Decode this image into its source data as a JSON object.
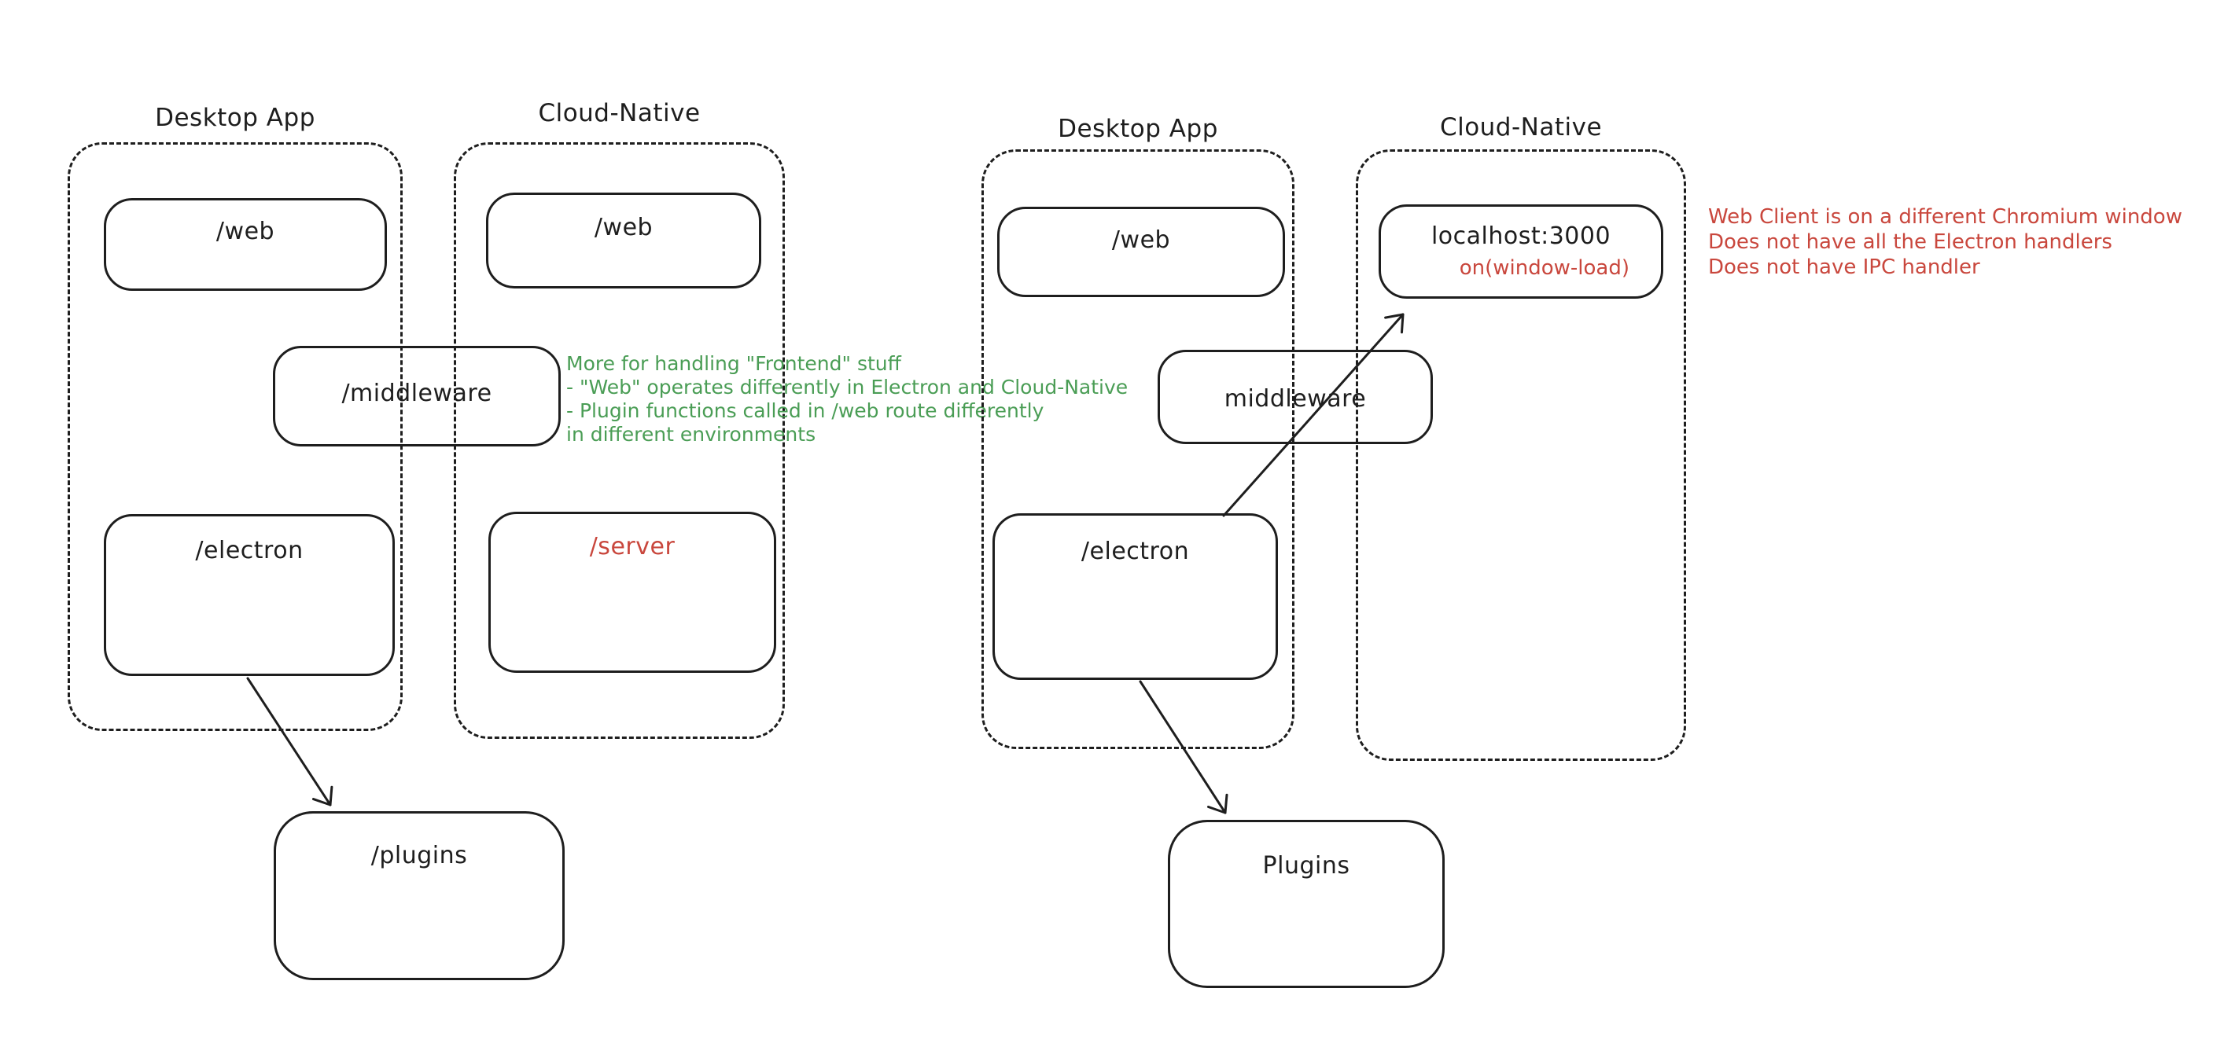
{
  "left_diagram": {
    "desktop_container_label": "Desktop App",
    "cloud_container_label": "Cloud-Native",
    "desktop_web_box": "/web",
    "cloud_web_box": "/web",
    "middleware_box": "/middleware",
    "electron_box": "/electron",
    "server_box": "/server",
    "plugins_box": "/plugins"
  },
  "right_diagram": {
    "desktop_container_label": "Desktop App",
    "cloud_container_label": "Cloud-Native",
    "desktop_web_box": "/web",
    "localhost_box": "localhost:3000",
    "localhost_sub_label": "on(window-load)",
    "middleware_box": "middleware",
    "electron_box": "/electron",
    "plugins_box": "Plugins"
  },
  "annotations": {
    "green_note": {
      "line1": "More for handling \"Frontend\" stuff",
      "line2": "- \"Web\" operates differently in Electron and Cloud-Native",
      "line3": "- Plugin functions called in /web route differently",
      "line4": "in different environments"
    },
    "red_note": {
      "line1": "Web Client is on a different Chromium window",
      "line2": "Does not have all the Electron handlers",
      "line3": "Does not have IPC handler"
    }
  },
  "colors": {
    "stroke": "#1e1e1e",
    "green": "#4a9d55",
    "red": "#c9473d",
    "background": "#ffffff"
  }
}
